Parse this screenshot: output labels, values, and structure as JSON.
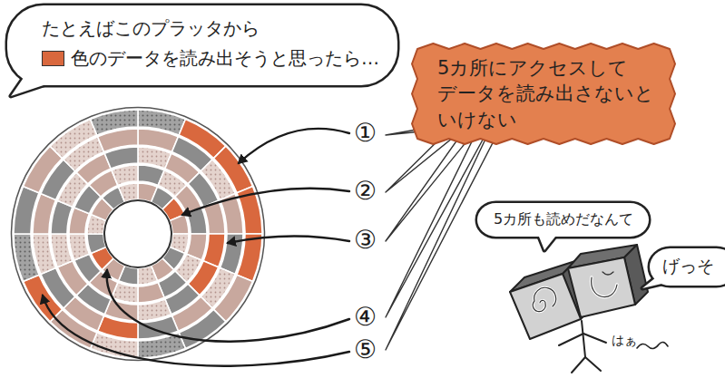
{
  "diagram": {
    "nodes": [
      {
        "text": [
          "たとえばこのプラッタから",
          "色のデータを読み出そうと思ったら…"
        ]
      },
      {
        "text": [
          "5カ所にアクセスして データを読み出さないと いけない"
        ]
      },
      {
        "text": [
          "5カ所も読めだなんて"
        ]
      },
      {
        "text": [
          "げっそ"
        ]
      }
    ],
    "labels": [
      "①",
      "②",
      "③",
      "④",
      "⑤",
      "はぁ"
    ]
  }
}
